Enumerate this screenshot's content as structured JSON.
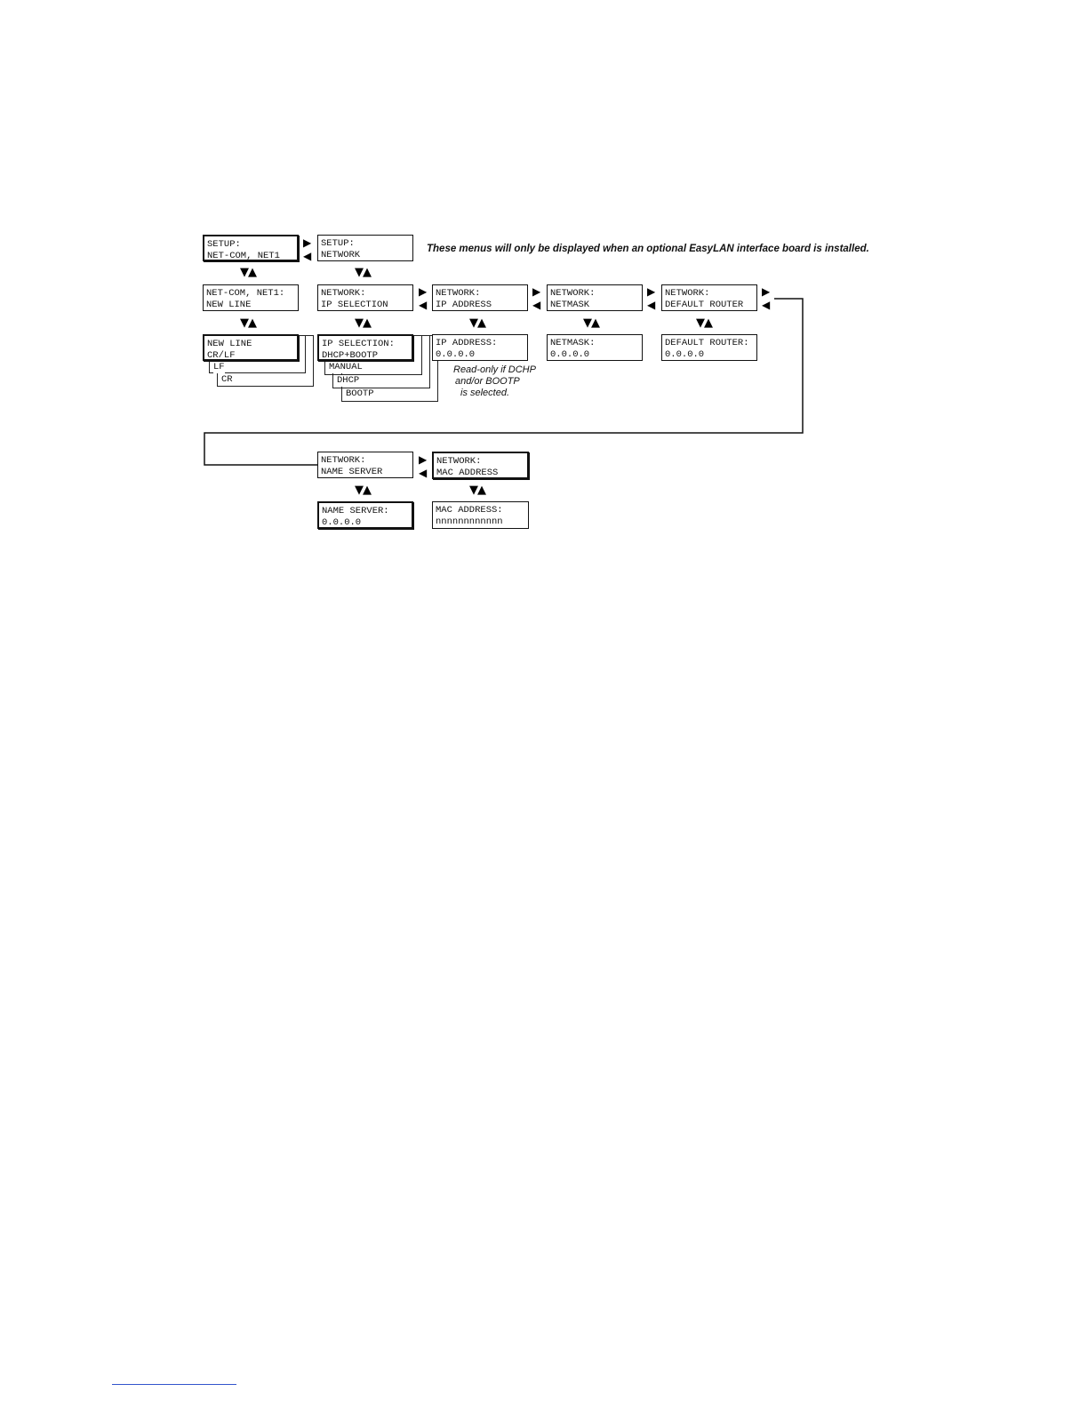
{
  "note": "These menus will only be displayed when an optional EasyLAN  interface board is installed.",
  "menus": {
    "setup_netcom": [
      "SETUP:",
      "NET-COM, NET1"
    ],
    "setup_network": [
      "SETUP:",
      "NETWORK"
    ],
    "netcom_newline": [
      "NET-COM, NET1:",
      "NEW LINE"
    ],
    "network_ipsel": [
      "NETWORK:",
      "IP SELECTION"
    ],
    "network_ipaddr": [
      "NETWORK:",
      "IP ADDRESS"
    ],
    "network_netmask": [
      "NETWORK:",
      "NETMASK"
    ],
    "network_router": [
      "NETWORK:",
      "DEFAULT ROUTER"
    ],
    "newline_value": [
      "NEW LINE",
      "CR/LF"
    ],
    "ipsel_value": [
      "IP SELECTION:",
      "DHCP+BOOTP"
    ],
    "ipaddr_value": [
      "IP ADDRESS:",
      "0.0.0.0"
    ],
    "netmask_value": [
      "NETMASK:",
      "0.0.0.0"
    ],
    "router_value": [
      "DEFAULT ROUTER:",
      "0.0.0.0"
    ],
    "network_nameserver": [
      "NETWORK:",
      "NAME SERVER"
    ],
    "network_mac": [
      "NETWORK:",
      "MAC ADDRESS"
    ],
    "nameserver_value": [
      "NAME SERVER:",
      "0.0.0.0"
    ],
    "mac_value": [
      "MAC ADDRESS:",
      "nnnnnnnnnnnn"
    ]
  },
  "newline_options": [
    "LF",
    "CR"
  ],
  "ipsel_options": [
    "MANUAL",
    "DHCP",
    "BOOTP"
  ],
  "readonly_note": [
    "Read-only if DCHP",
    "and/or BOOTP",
    "is selected."
  ],
  "glyphs": {
    "right": "▶",
    "left": "◀",
    "updown": "▼▲"
  }
}
